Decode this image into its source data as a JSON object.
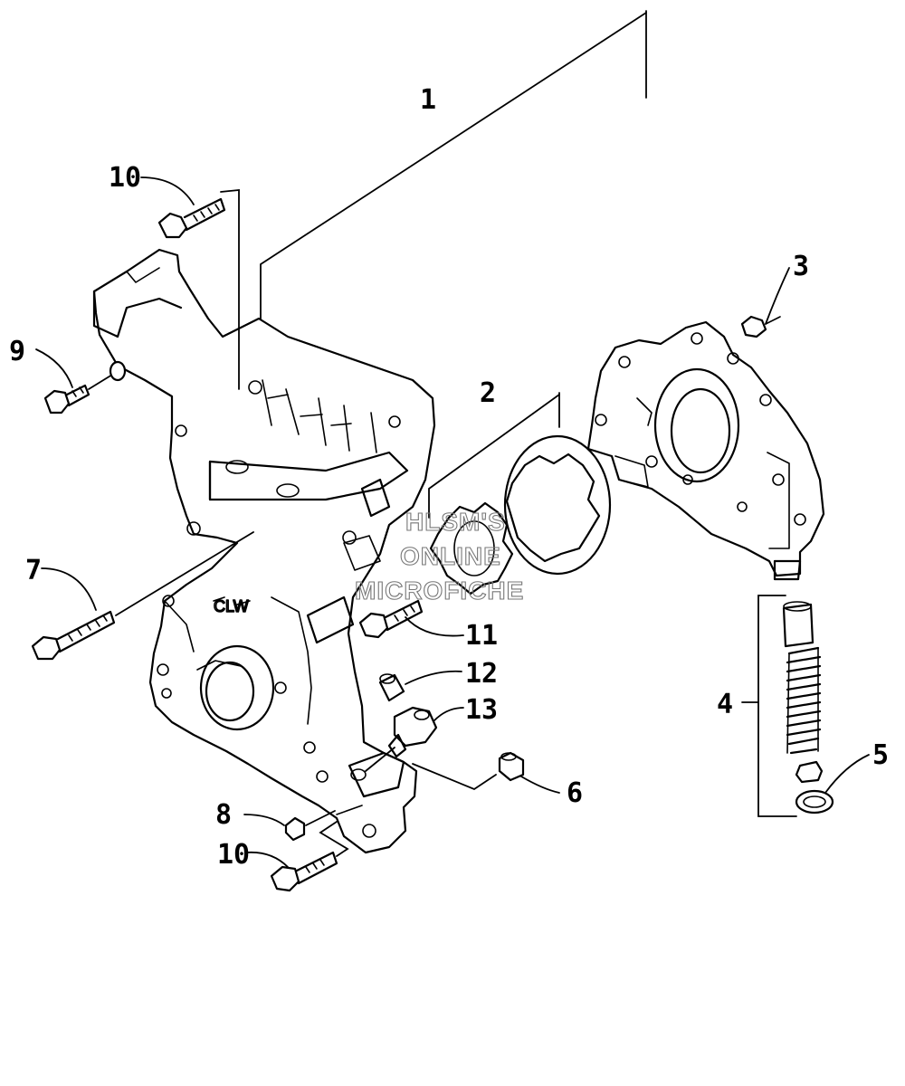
{
  "callouts": {
    "c1": "1",
    "c2": "2",
    "c3": "3",
    "c4": "4",
    "c5": "5",
    "c6": "6",
    "c7": "7",
    "c8": "8",
    "c9": "9",
    "c10_top": "10",
    "c10_bottom": "10",
    "c11": "11",
    "c12": "12",
    "c13": "13"
  },
  "watermark": {
    "line1": "HLSM'S",
    "line2": "ONLINE",
    "line3": "MICROFICHE"
  },
  "engraving": "CLW"
}
